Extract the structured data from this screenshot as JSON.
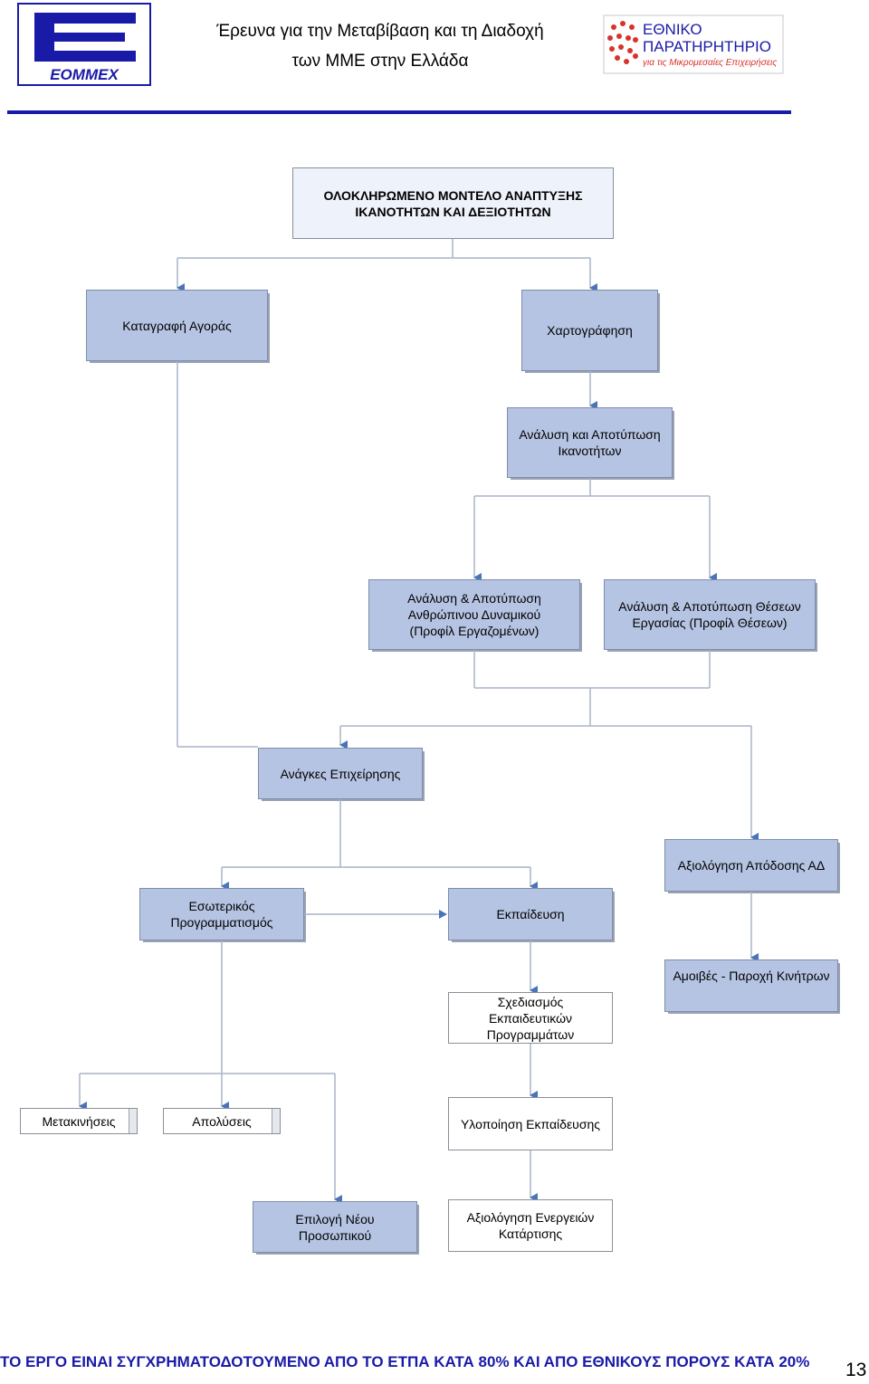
{
  "header": {
    "title_line1": "Έρευνα για την Μεταβίβαση και τη Διαδοχή",
    "title_line2": "των ΜΜΕ στην Ελλάδα",
    "logo_left_text": "EOMMEX",
    "logo_right_line1": "ΕΘΝΙΚΟ",
    "logo_right_line2": "ΠΑΡΑΤΗΡΗΤΗΡΙΟ",
    "logo_right_line3": "για τις Μικρομεσαίες Επιχειρήσεις",
    "colors": {
      "navy": "#1a1aa8",
      "red": "#d9322b",
      "box_blue": "#b6c4e3",
      "line": "#a9b4c8",
      "arrow": "#4a74b8"
    }
  },
  "diagram": {
    "root": "ΟΛΟΚΛΗΡΩΜΕΝΟ ΜΟΝΤΕΛΟ ΑΝΑΠΤΥΞΗΣ\nΙΚΑΝΟΤΗΤΩΝ ΚΑΙ ΔΕΞΙΟΤΗΤΩΝ",
    "market_recording": "Καταγραφή Αγοράς",
    "mapping": "Χαρτογράφηση",
    "competency_analysis": "Ανάλυση και Αποτύπωση\nΙκανοτήτων",
    "hr_analysis": "Ανάλυση & Αποτύπωση\nΑνθρώπινου Δυναμικού\n(Προφίλ Εργαζομένων)",
    "job_analysis": "Ανάλυση & Αποτύπωση Θέσεων\nΕργασίας (Προφίλ Θέσεων)",
    "business_needs": "Ανάγκες Επιχείρησης",
    "performance_eval": "Αξιολόγηση Απόδοσης ΑΔ",
    "internal_planning": "Εσωτερικός\nΠρογραμματισμός",
    "training": "Εκπαίδευση",
    "rewards": "Αμοιβές - Παροχή Κινήτρων",
    "training_design": "Σχεδιασμός Εκπαιδευτικών\nΠρογραμμάτων",
    "transfers": "Μετακινήσεις",
    "dismissals": "Απολύσεις",
    "training_implementation": "Υλοποίηση Εκπαίδευσης",
    "new_staff_selection": "Επιλογή Νέου\nΠροσωπικού",
    "training_evaluation": "Αξιολόγηση Ενεργειών\nΚατάρτισης"
  },
  "footer": {
    "text": "ΤΟ ΕΡΓΟ ΕΙΝΑΙ ΣΥΓΧΡΗΜΑΤΟΔΟΤΟΥΜΕΝΟ ΑΠΟ ΤΟ ΕΤΠΑ ΚΑΤΑ 80% ΚΑΙ ΑΠΟ ΕΘΝΙΚΟΥΣ ΠΟΡΟΥΣ ΚΑΤΑ 20%",
    "page_number": "13"
  }
}
